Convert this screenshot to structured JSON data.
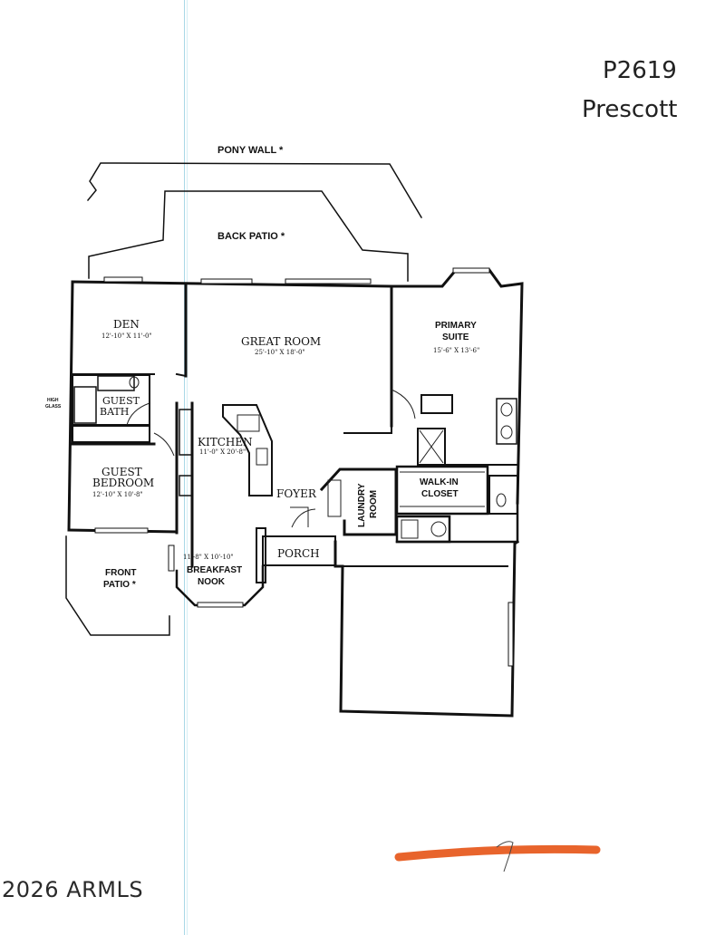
{
  "header": {
    "plan_code": "P2619",
    "plan_name": "Prescott"
  },
  "labels": {
    "pony_wall": "PONY WALL *",
    "back_patio": "BACK PATIO *",
    "den": "DEN",
    "den_dim": "12'-10\" X 11'-0\"",
    "great_room": "GREAT ROOM",
    "great_room_dim": "25'-10\" X 18'-0\"",
    "primary_suite_1": "PRIMARY",
    "primary_suite_2": "SUITE",
    "primary_suite_dim": "15'-6\" X 13'-6\"",
    "high_glass_1": "HIGH",
    "high_glass_2": "GLASS",
    "guest_bath_1": "GUEST",
    "guest_bath_2": "BATH",
    "kitchen": "KITCHEN",
    "kitchen_dim": "11'-0\" X 20'-8\"",
    "guest_bedroom_1": "GUEST",
    "guest_bedroom_2": "BEDROOM",
    "guest_bedroom_dim": "12'-10\" X 10'-8\"",
    "foyer": "FOYER",
    "laundry_room_1": "LAUNDRY",
    "laundry_room_2": "ROOM",
    "walk_in_closet_1": "WALK-IN",
    "walk_in_closet_2": "CLOSET",
    "porch": "PORCH",
    "nook_dim": "11'-8\" X 10'-10\"",
    "breakfast_nook_1": "BREAKFAST",
    "breakfast_nook_2": "NOOK",
    "front_patio_1": "FRONT",
    "front_patio_2": "PATIO *"
  },
  "watermark": "2026 ARMLS",
  "colors": {
    "guide_line": "#a9d8e6",
    "marker": "#e8642c",
    "ink": "#111111"
  }
}
